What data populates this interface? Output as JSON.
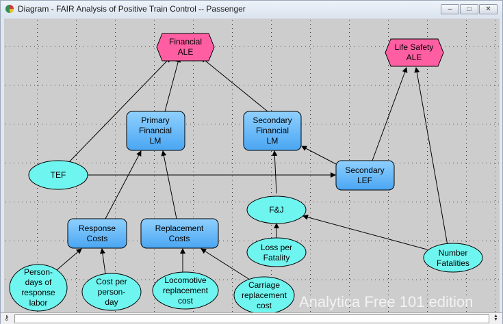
{
  "window": {
    "title": "Diagram - FAIR Analysis of Positive Train Control -- Passenger",
    "minimize_glyph": "–",
    "maximize_glyph": "□",
    "close_glyph": "✕"
  },
  "nodes": {
    "financial_ale": [
      "Financial",
      "ALE"
    ],
    "life_safety_ale": [
      "Life Safety",
      "ALE"
    ],
    "primary_financial_lm": [
      "Primary",
      "Financial",
      "LM"
    ],
    "secondary_financial_lm": [
      "Secondary",
      "Financial",
      "LM"
    ],
    "tef": [
      "TEF"
    ],
    "secondary_lef": [
      "Secondary",
      "LEF"
    ],
    "fj": [
      "F&J"
    ],
    "response_costs": [
      "Response",
      "Costs"
    ],
    "replacement_costs": [
      "Replacement",
      "Costs"
    ],
    "loss_per_fatality": [
      "Loss per",
      "Fatality"
    ],
    "number_fatalities": [
      "Number",
      "Fatalities"
    ],
    "person_days": [
      "Person-",
      "days of",
      "response",
      "labor"
    ],
    "cost_per_person_day": [
      "Cost per",
      "person-",
      "day"
    ],
    "locomotive_replacement_cost": [
      "Locomotive",
      "replacement",
      "cost"
    ],
    "carriage_replacement_cost": [
      "Carriage",
      "replacement",
      "cost"
    ]
  },
  "colors": {
    "objective_fill": "#ff5fa2",
    "model_fill": "#5fb8ff",
    "chance_fill": "#6ff5ef",
    "canvas_bg": "#cdcdcd"
  },
  "watermark": "Analytica Free 101 edition",
  "icons": {
    "app": "analytica-app-icon",
    "status": "key-icon",
    "spinner": "spinner-icon"
  }
}
